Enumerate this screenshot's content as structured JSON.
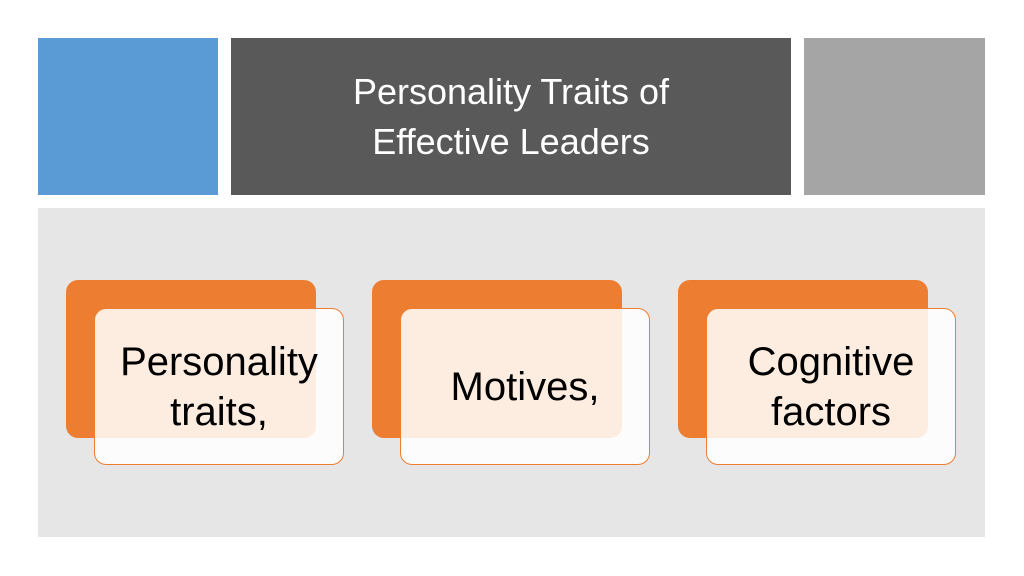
{
  "title": "Personality Traits of Effective Leaders",
  "cards": [
    {
      "label": "Personality traits,"
    },
    {
      "label": "Motives,"
    },
    {
      "label": "Cognitive factors"
    }
  ],
  "colors": {
    "accent_blue": "#5b9bd5",
    "title_gray": "#595959",
    "accent_gray": "#a5a5a5",
    "panel": "#e7e6e6",
    "orange": "#ed7d31"
  }
}
